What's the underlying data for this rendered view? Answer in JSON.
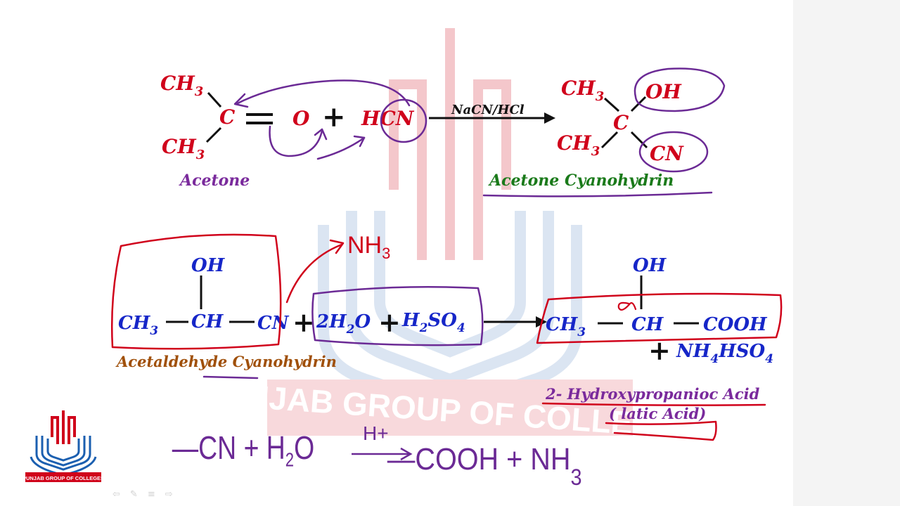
{
  "reaction1": {
    "ch3_top": "CH",
    "ch3_top_sub": "3",
    "c_atom": "C",
    "ch3_bottom": "CH",
    "ch3_bottom_sub": "3",
    "o_atom": "O",
    "plus": "+",
    "hcn": "HCN",
    "reagent": "NaCN/HCl",
    "prod_ch3_top": "CH",
    "prod_ch3_top_sub": "3",
    "prod_oh": "OH",
    "prod_c": "C",
    "prod_ch3_bottom": "CH",
    "prod_ch3_bottom_sub": "3",
    "prod_cn": "CN",
    "reactant_name": "Acetone",
    "product_name": "Acetone Cyanohydrin"
  },
  "reaction2": {
    "oh_left": "OH",
    "ch3": "CH",
    "ch3_sub": "3",
    "ch": "CH",
    "cn": "CN",
    "plus1": "+",
    "water": "2H",
    "water_sub": "2",
    "water_o": "O",
    "plus2": "+",
    "acid": "H",
    "acid_sub": "2",
    "acid_rest": "SO",
    "acid_sub2": "4",
    "oh_right": "OH",
    "prod_ch3": "CH",
    "prod_ch3_sub": "3",
    "prod_ch": "CH",
    "prod_cooh": "COOH",
    "alpha": "α",
    "plus3": "+",
    "byproduct": "NH",
    "byproduct_sub": "4",
    "byproduct_rest": "HSO",
    "byproduct_sub2": "4",
    "reactant_name": "Acetaldehyde Cyanohydrin",
    "product_name": "2- Hydroxypropanioc Acid",
    "product_alt_name": "( latic Acid)",
    "released": "NH",
    "released_sub": "3"
  },
  "handwritten_equation": {
    "lhs": "—CN + H",
    "lhs_sub": "2",
    "lhs_o": "O",
    "over_arrow": "H+",
    "rhs": "—COOH + NH",
    "rhs_sub": "3"
  },
  "watermark": {
    "text": "PUNJAB GROUP OF COLLEGES"
  },
  "logo": {
    "caption": "PUNJAB GROUP OF COLLEGES"
  },
  "toolbar": {
    "back": "⇦",
    "pen": "✎",
    "menu": "≡",
    "forward": "⇨"
  },
  "colors": {
    "red": "#d0021b",
    "blue": "#1626c8",
    "purple": "#7a2a9c",
    "green": "#1a7a1a",
    "brown": "#a0500a",
    "watermark_red": "#f4c7cb",
    "watermark_blue": "#c9d6ea"
  }
}
